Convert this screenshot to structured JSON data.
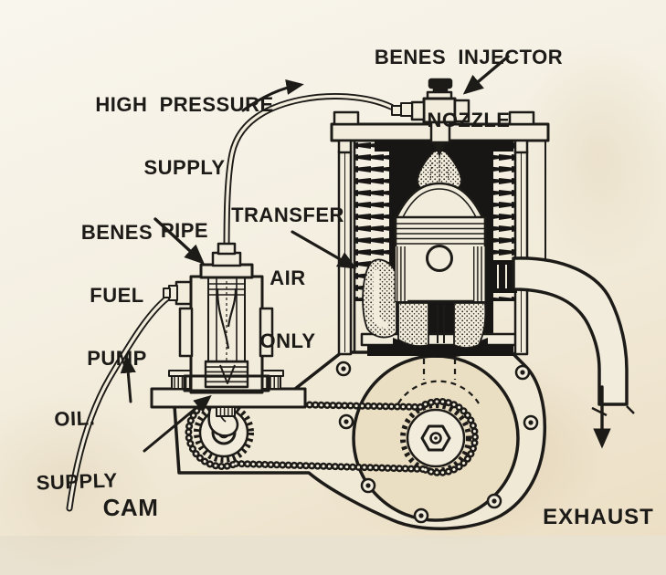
{
  "figure": {
    "type": "engine-cutaway-diagram",
    "subject": "Two-stroke engine with Benes fuel injection system, sectioned side view",
    "colors": {
      "paper": "#f4efe1",
      "paper_shadow": "#e8dcc0",
      "ink": "#1d1b18"
    },
    "labels": {
      "injector_nozzle": {
        "lines": [
          "BENES  INJECTOR",
          "NOZZLE"
        ],
        "arrow": "down-left-to-injector"
      },
      "high_pressure_supply_pipe": {
        "lines": [
          "HIGH  PRESSURE",
          "SUPPLY",
          "PIPE"
        ],
        "arrow": "curved-right-to-pipe"
      },
      "transfer_air_only": {
        "lines": [
          "TRANSFER",
          "AIR",
          "ONLY"
        ],
        "arrow": "down-right-to-transfer-passage"
      },
      "benes_fuel_pump": {
        "lines": [
          "BENES",
          "FUEL",
          "PUMP"
        ],
        "arrow": "down-right-to-pump"
      },
      "oil_supply": {
        "lines": [
          "OIL.",
          "SUPPLY"
        ],
        "arrow": "up-along-pipe"
      },
      "cam": {
        "lines": [
          "CAM"
        ],
        "arrow": "up-right-to-cam"
      },
      "exhaust": {
        "lines": [
          "EXHAUST"
        ],
        "arrow": "down-out-of-exhaust-pipe"
      }
    }
  }
}
